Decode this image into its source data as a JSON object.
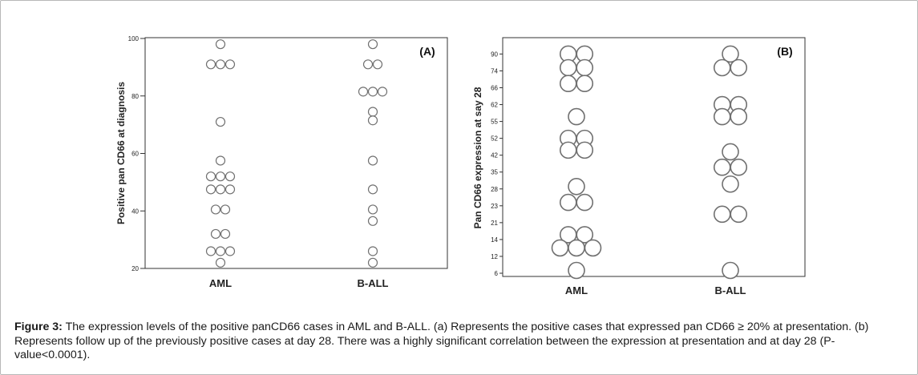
{
  "caption": {
    "label": "Figure 3:",
    "text": " The expression levels of the positive panCD66 cases in AML and B-ALL. (a) Represents the positive cases that expressed pan CD66 ≥ 20% at presentation. (b) Represents follow up of the previously positive cases at day 28. There was a highly significant correlation between the expression at presentation and at day 28 (P-value<0.0001)."
  },
  "chart_data": [
    {
      "type": "scatter",
      "panel_label": "(A)",
      "ylabel": "Positive pan CD66 at diagnosis",
      "xlabel": "",
      "categories": [
        "AML",
        "B-ALL"
      ],
      "ylim": [
        20,
        100
      ],
      "yticks": [
        20,
        40,
        60,
        80,
        100
      ],
      "grid": false,
      "marker_color": "#707070",
      "points": [
        {
          "category": "AML",
          "value": 98
        },
        {
          "category": "AML",
          "value": 91
        },
        {
          "category": "AML",
          "value": 91
        },
        {
          "category": "AML",
          "value": 91
        },
        {
          "category": "AML",
          "value": 71
        },
        {
          "category": "AML",
          "value": 57.5
        },
        {
          "category": "AML",
          "value": 52
        },
        {
          "category": "AML",
          "value": 52
        },
        {
          "category": "AML",
          "value": 52
        },
        {
          "category": "AML",
          "value": 47.5
        },
        {
          "category": "AML",
          "value": 47.5
        },
        {
          "category": "AML",
          "value": 47.5
        },
        {
          "category": "AML",
          "value": 40.5
        },
        {
          "category": "AML",
          "value": 40.5
        },
        {
          "category": "AML",
          "value": 32
        },
        {
          "category": "AML",
          "value": 32
        },
        {
          "category": "AML",
          "value": 26
        },
        {
          "category": "AML",
          "value": 26
        },
        {
          "category": "AML",
          "value": 26
        },
        {
          "category": "AML",
          "value": 22
        },
        {
          "category": "B-ALL",
          "value": 98
        },
        {
          "category": "B-ALL",
          "value": 91
        },
        {
          "category": "B-ALL",
          "value": 91
        },
        {
          "category": "B-ALL",
          "value": 81.5
        },
        {
          "category": "B-ALL",
          "value": 81.5
        },
        {
          "category": "B-ALL",
          "value": 81.5
        },
        {
          "category": "B-ALL",
          "value": 74.5
        },
        {
          "category": "B-ALL",
          "value": 71.5
        },
        {
          "category": "B-ALL",
          "value": 57.5
        },
        {
          "category": "B-ALL",
          "value": 47.5
        },
        {
          "category": "B-ALL",
          "value": 40.5
        },
        {
          "category": "B-ALL",
          "value": 36.5
        },
        {
          "category": "B-ALL",
          "value": 26
        },
        {
          "category": "B-ALL",
          "value": 22
        }
      ]
    },
    {
      "type": "scatter",
      "panel_label": "(B)",
      "ylabel": "Pan CD66 expression at say 28",
      "xlabel": "",
      "categories": [
        "AML",
        "B-ALL"
      ],
      "yscale": "ordinal",
      "yticks": [
        6,
        12,
        14,
        21,
        23,
        28,
        35,
        42,
        52,
        55,
        62,
        66,
        74,
        90
      ],
      "grid": false,
      "marker_color": "#707070",
      "points": [
        {
          "category": "AML",
          "value": 90
        },
        {
          "category": "AML",
          "value": 90
        },
        {
          "category": "AML",
          "value": 77
        },
        {
          "category": "AML",
          "value": 77
        },
        {
          "category": "AML",
          "value": 68
        },
        {
          "category": "AML",
          "value": 68
        },
        {
          "category": "AML",
          "value": 57
        },
        {
          "category": "AML",
          "value": 52
        },
        {
          "category": "AML",
          "value": 52
        },
        {
          "category": "AML",
          "value": 45
        },
        {
          "category": "AML",
          "value": 45
        },
        {
          "category": "AML",
          "value": 29
        },
        {
          "category": "AML",
          "value": 24
        },
        {
          "category": "AML",
          "value": 24
        },
        {
          "category": "AML",
          "value": 16
        },
        {
          "category": "AML",
          "value": 16
        },
        {
          "category": "AML",
          "value": 13
        },
        {
          "category": "AML",
          "value": 13
        },
        {
          "category": "AML",
          "value": 13
        },
        {
          "category": "AML",
          "value": 7
        },
        {
          "category": "B-ALL",
          "value": 90
        },
        {
          "category": "B-ALL",
          "value": 77
        },
        {
          "category": "B-ALL",
          "value": 77
        },
        {
          "category": "B-ALL",
          "value": 62
        },
        {
          "category": "B-ALL",
          "value": 62
        },
        {
          "category": "B-ALL",
          "value": 57
        },
        {
          "category": "B-ALL",
          "value": 57
        },
        {
          "category": "B-ALL",
          "value": 44
        },
        {
          "category": "B-ALL",
          "value": 37
        },
        {
          "category": "B-ALL",
          "value": 37
        },
        {
          "category": "B-ALL",
          "value": 30
        },
        {
          "category": "B-ALL",
          "value": 22
        },
        {
          "category": "B-ALL",
          "value": 22
        },
        {
          "category": "B-ALL",
          "value": 7
        }
      ]
    }
  ]
}
